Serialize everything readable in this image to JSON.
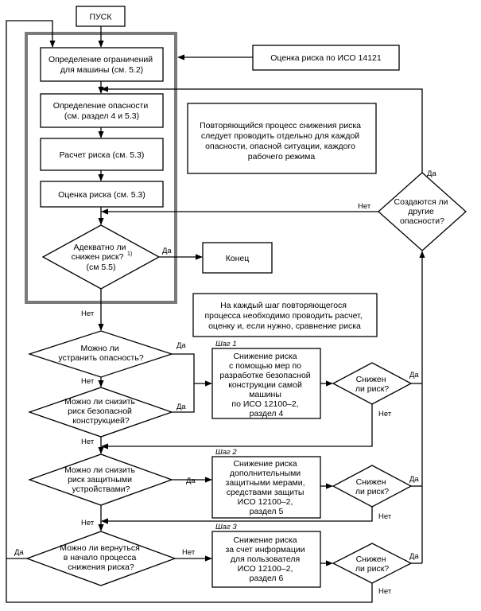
{
  "nodes": {
    "start": "ПУСК",
    "limits": [
      "Определение ограничений",
      "для машины (см. 5.2)"
    ],
    "iso14121": "Оценка риска по ИСО 14121",
    "hazard": [
      "Определение опасности",
      "(см. раздел 4 и 5.3)"
    ],
    "calc": "Расчет риска (см. 5.3)",
    "evaluate": "Оценка риска (см. 5.3)",
    "note_iterative": [
      "Повторяющийся процесс снижения риска",
      "следует проводить отдельно для каждой",
      "опасности, опасной ситуации, каждого",
      "рабочего режима"
    ],
    "q_new_hazards": [
      "Создаются ли",
      "другие",
      "опасности?"
    ],
    "q_adequate": [
      "Адекватно ли",
      "снижен риск?",
      "(см 5.5)"
    ],
    "q_adequate_footnote": "1)",
    "end": "Конец",
    "note_step": [
      "На каждый шаг повторяющегося",
      "процесса необходимо проводить расчет,",
      "оценку и, если нужно, сравнение риска"
    ],
    "q_eliminate": [
      "Можно ли",
      "устранить опасность?"
    ],
    "q_design": [
      "Можно ли снизить",
      "риск безопасной",
      "конструкцией?"
    ],
    "step1_label": "Шаг 1",
    "step1": [
      "Снижение риска",
      "с помощью мер по",
      "разработке безопасной",
      "конструкции самой",
      "машины",
      "по ИСО 12100–2,",
      "раздел 4"
    ],
    "q_reduced1": [
      "Снижен",
      "ли риск?"
    ],
    "q_guards": [
      "Можно ли снизить",
      "риск защитными",
      "устройствами?"
    ],
    "step2_label": "Шаг 2",
    "step2": [
      "Снижение риска",
      "дополнительными",
      "защитными мерами,",
      "средствами защиты",
      "ИСО 12100–2,",
      "раздел 5"
    ],
    "q_reduced2": [
      "Снижен",
      "ли риск?"
    ],
    "q_return": [
      "Можно ли вернуться",
      "в начало процесса",
      "снижения риска?"
    ],
    "step3_label": "Шаг 3",
    "step3": [
      "Снижение риска",
      "за счет информации",
      "для пользователя",
      "ИСО 12100–2,",
      "раздел 6"
    ],
    "q_reduced3": [
      "Снижен",
      "ли риск?"
    ]
  },
  "edge_labels": {
    "yes": "Да",
    "no": "Нет"
  }
}
